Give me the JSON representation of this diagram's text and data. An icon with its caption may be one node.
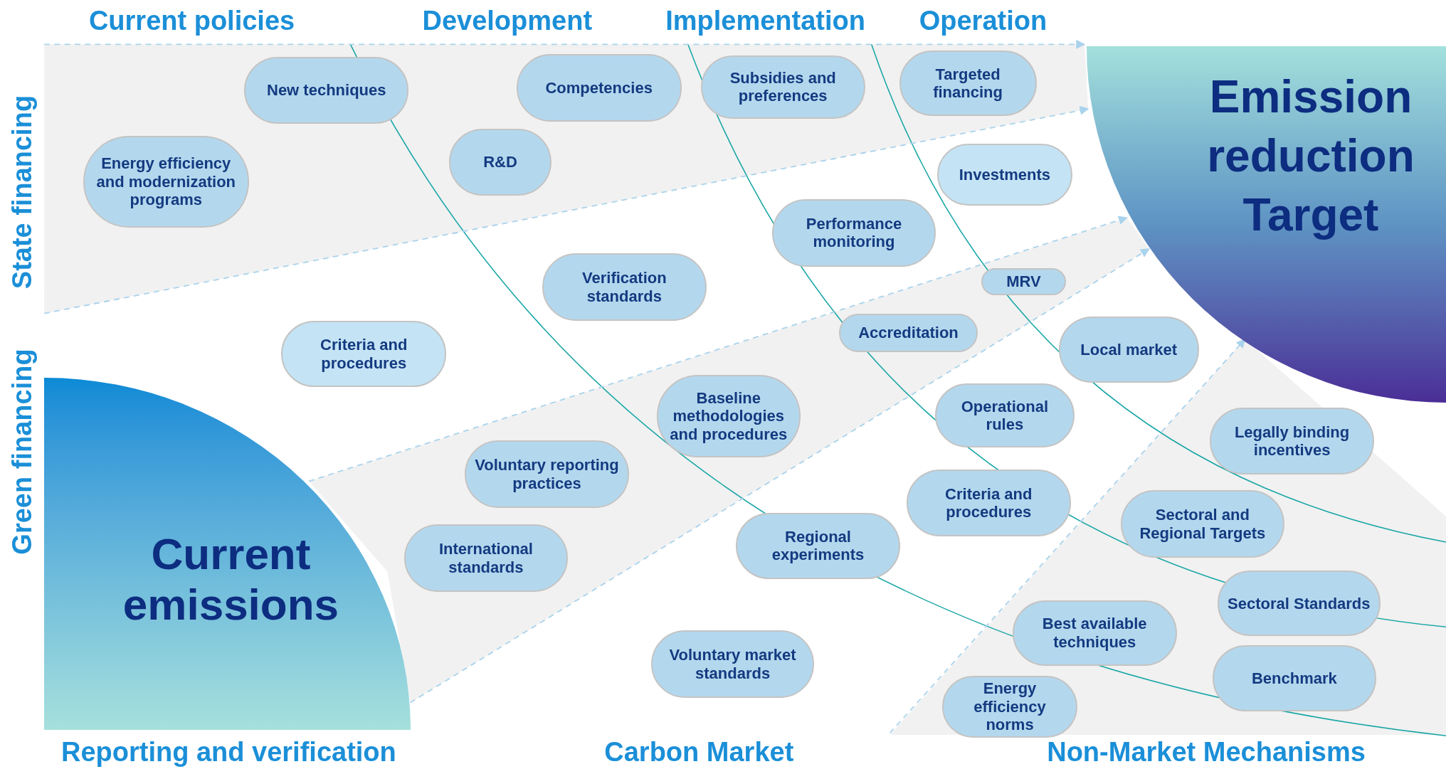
{
  "diagram": {
    "nodes": [
      {
        "text": [
          "New techniques"
        ]
      },
      {
        "text": [
          "Energy efficiency and modernization programs"
        ]
      },
      {
        "text": [
          "Competencies"
        ]
      },
      {
        "text": [
          "R&D"
        ]
      },
      {
        "text": [
          "Subsidies and preferences"
        ]
      },
      {
        "text": [
          "Targeted financing"
        ]
      },
      {
        "text": [
          "Investments"
        ]
      },
      {
        "text": [
          "Performance monitoring"
        ]
      },
      {
        "text": [
          "Verification standards"
        ]
      },
      {
        "text": [
          "MRV"
        ]
      },
      {
        "text": [
          "Criteria and procedures"
        ]
      },
      {
        "text": [
          "Accreditation"
        ]
      },
      {
        "text": [
          "Local market"
        ]
      },
      {
        "text": [
          "Baseline methodologies and procedures"
        ]
      },
      {
        "text": [
          "Operational rules"
        ]
      },
      {
        "text": [
          "Voluntary reporting practices"
        ]
      },
      {
        "text": [
          "Legally binding incentives"
        ]
      },
      {
        "text": [
          "Criteria and procedures"
        ]
      },
      {
        "text": [
          "International standards"
        ]
      },
      {
        "text": [
          "Regional experiments"
        ]
      },
      {
        "text": [
          "Sectoral and Regional Targets"
        ]
      },
      {
        "text": [
          "Sectoral Standards"
        ]
      },
      {
        "text": [
          "Best available techniques"
        ]
      },
      {
        "text": [
          "Benchmark"
        ]
      },
      {
        "text": [
          "Voluntary market standards"
        ]
      },
      {
        "text": [
          "Energy efficiency norms"
        ]
      },
      {
        "text": [
          "Current emissions"
        ]
      },
      {
        "text": [
          "Emission reduction Target"
        ]
      }
    ],
    "edges": [
      {
        "from": null,
        "to": 27,
        "arrow": "to",
        "style": "dashed"
      },
      {
        "from": null,
        "to": 27,
        "arrow": "to",
        "style": "dashed"
      },
      {
        "from": 26,
        "to": 27,
        "arrow": "to",
        "style": "dashed"
      },
      {
        "from": 26,
        "to": 27,
        "arrow": "to",
        "style": "dashed"
      },
      {
        "from": null,
        "to": 27,
        "arrow": "to",
        "style": "dashed"
      }
    ],
    "labels": [
      "Current policies",
      "Development",
      "Implementation",
      "Operation",
      "State financing",
      "Green financing",
      "Reporting and verification",
      "Carbon Market",
      "Non-Market Mechanisms"
    ]
  }
}
